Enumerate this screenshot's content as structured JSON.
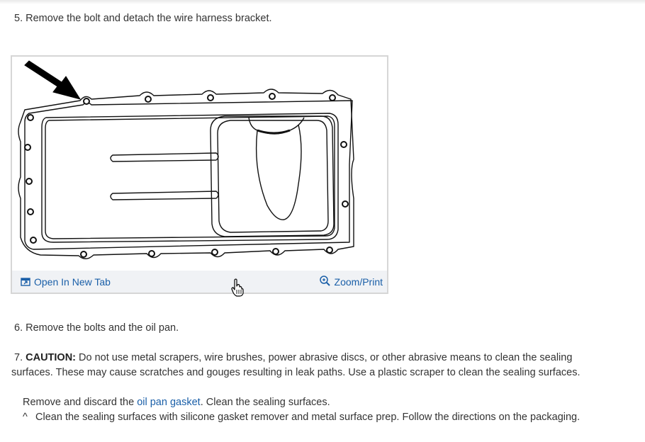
{
  "steps": {
    "step5": "5. Remove the bolt and detach the wire harness bracket.",
    "step6": "6. Remove the bolts and the oil pan.",
    "step7_number": "7.",
    "step7_caution": "CAUTION:",
    "step7_line1": "Do not use metal scrapers, wire brushes, power abrasive discs, or other abrasive means to clean the sealing",
    "step7_line2": "surfaces. These may cause scratches and gouges resulting in leak paths. Use a plastic scraper to clean the sealing surfaces.",
    "remove_prefix": "Remove and discard the",
    "remove_link": "oil pan gasket",
    "remove_suffix": ". Clean the sealing surfaces.",
    "substep_marker": "^",
    "substep_text": "Clean the sealing surfaces with silicone gasket remover and metal surface prep. Follow the directions on the packaging."
  },
  "figure": {
    "open_new_tab": "Open In New Tab",
    "zoom_print": "Zoom/Print"
  },
  "icons": {
    "open_tab": "open-in-new-tab-icon",
    "zoom": "zoom-in-icon",
    "cursor": "hand-pointer-cursor"
  },
  "colors": {
    "link": "#1a5fa8",
    "text": "#333333",
    "figure_bar": "#f0f2f5",
    "figure_border": "#d6d6d6"
  }
}
